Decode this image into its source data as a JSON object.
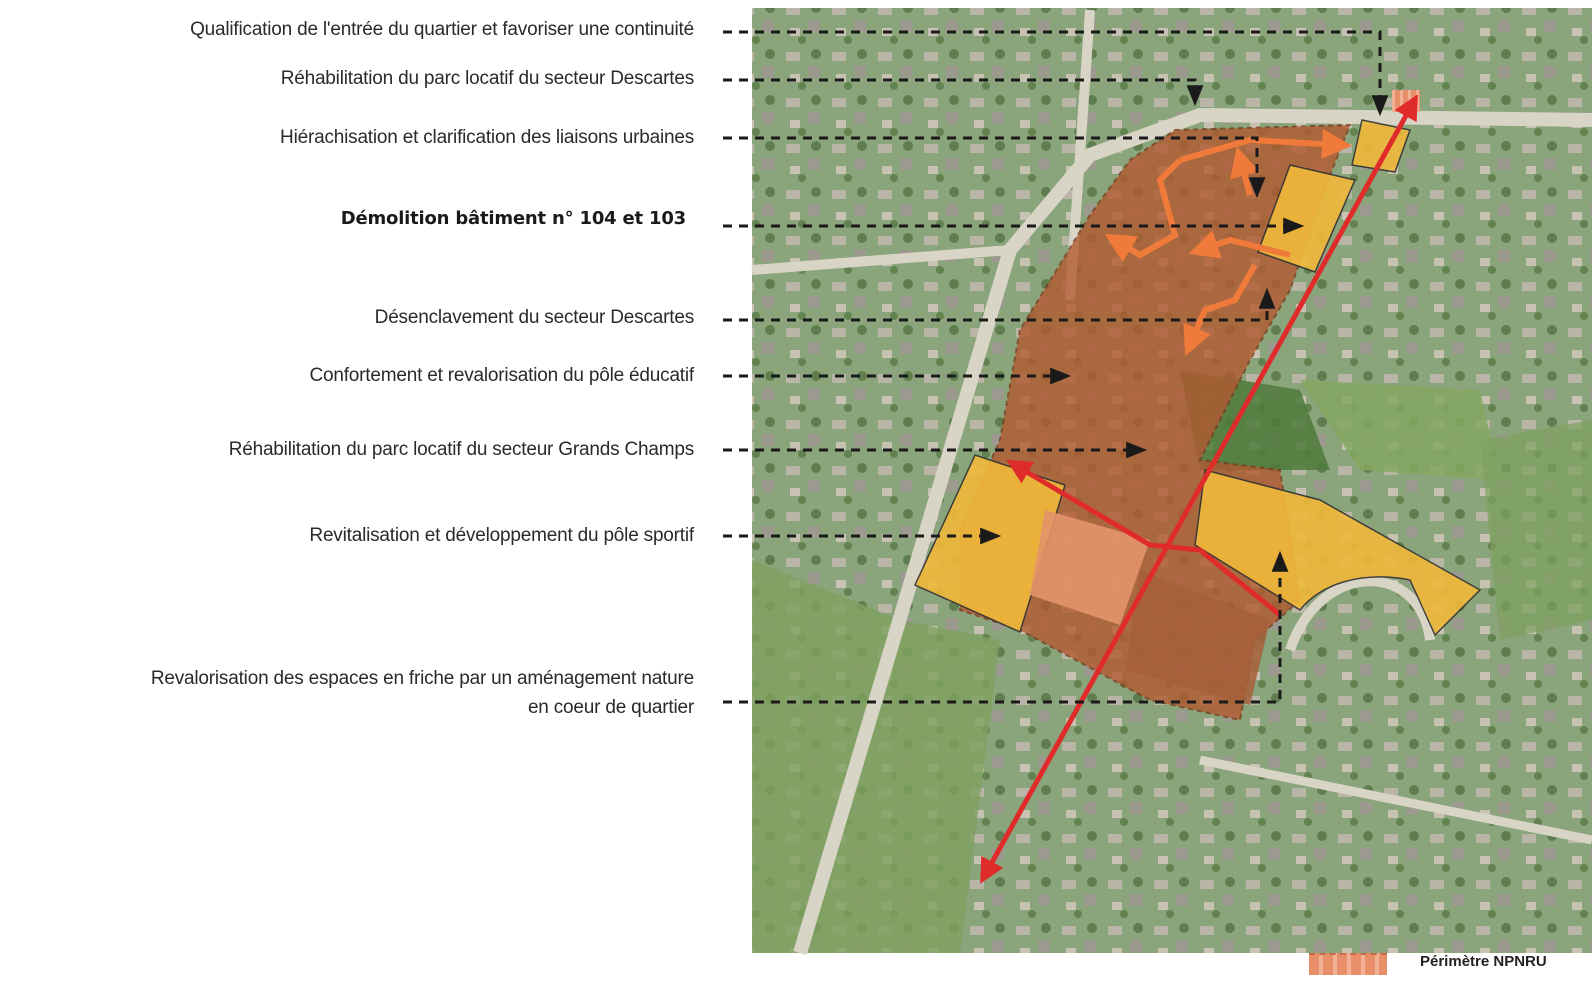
{
  "labels": [
    {
      "text": "Qualification de l'entrée du quartier et favoriser une continuité"
    },
    {
      "text": "Réhabilitation du parc locatif du secteur Descartes"
    },
    {
      "text": "Hiérachisation et clarification des liaisons urbaines"
    },
    {
      "text": "Démolition bâtiment n° 104 et 103"
    },
    {
      "text": "Désenclavement du secteur  Descartes"
    },
    {
      "text": "Confortement et revalorisation du pôle éducatif"
    },
    {
      "text": "Réhabilitation du parc locatif du secteur Grands Champs"
    },
    {
      "text": "Revitalisation et développement du pôle sportif"
    },
    {
      "text": "Revalorisation des espaces en friche par un aménagement nature"
    },
    {
      "text": "en coeur de quartier"
    }
  ],
  "legend": {
    "perimeter_label": "Périmètre NPNRU"
  },
  "colors": {
    "aerial_base": "#7f9a70",
    "perimeter_fill": "#c8734a",
    "yellow_zone": "#f0b93a",
    "axis_red": "#e02b2b",
    "orange_link": "#f07a3a",
    "leader_line": "#1a1a1a"
  }
}
